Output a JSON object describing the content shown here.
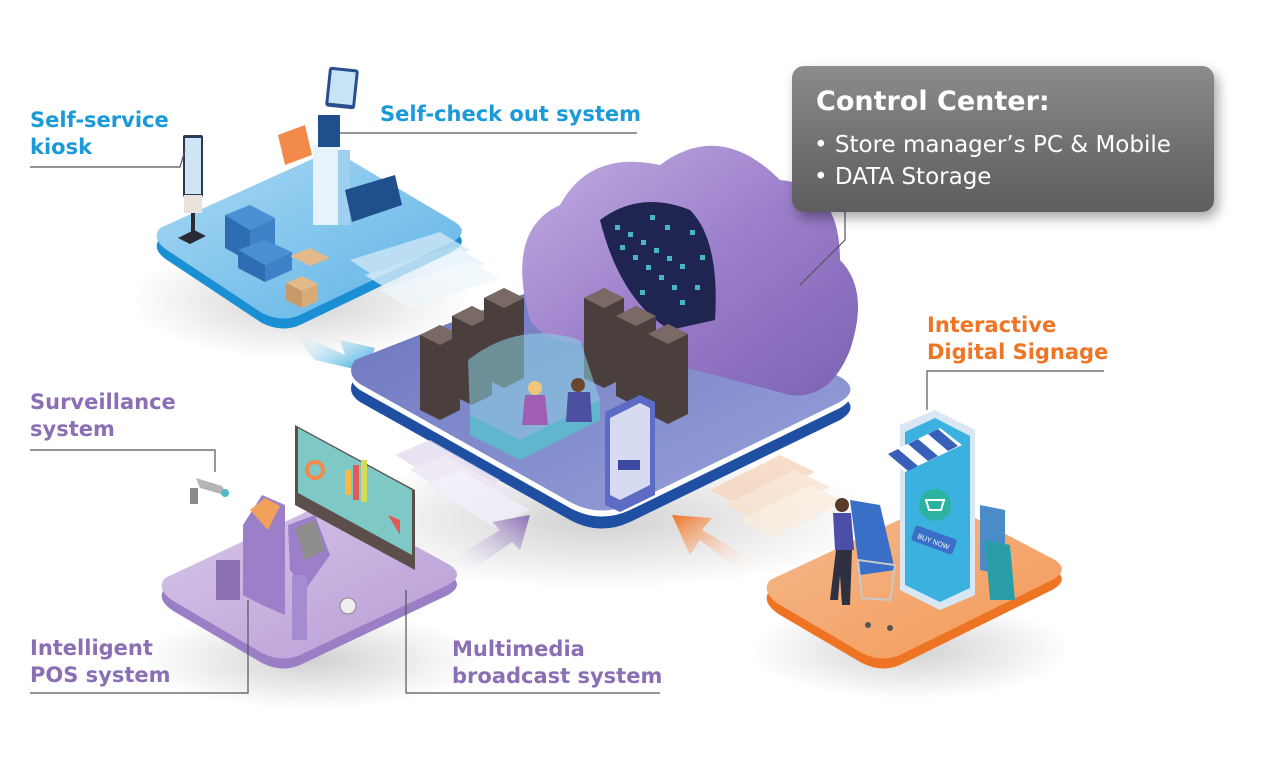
{
  "labels": {
    "self_service_kiosk": [
      "Self-service",
      "kiosk"
    ],
    "self_checkout": "Self-check out system",
    "surveillance": [
      "Surveillance",
      "system"
    ],
    "intelligent_pos": [
      "Intelligent",
      "POS system"
    ],
    "multimedia": [
      "Multimedia",
      "broadcast system"
    ],
    "digital_signage": [
      "Interactive",
      "Digital Signage"
    ]
  },
  "control_center": {
    "title": "Control Center:",
    "items": [
      "Store manager’s PC & Mobile",
      "DATA Storage"
    ]
  },
  "signage": {
    "button": "BUY NOW"
  },
  "colors": {
    "blue": "#1a9ad8",
    "purple": "#8a6fb4",
    "orange": "#ef7424",
    "callout": "#6e6e70",
    "hub": "#7b86c8",
    "cloud": "#a58bd0"
  }
}
